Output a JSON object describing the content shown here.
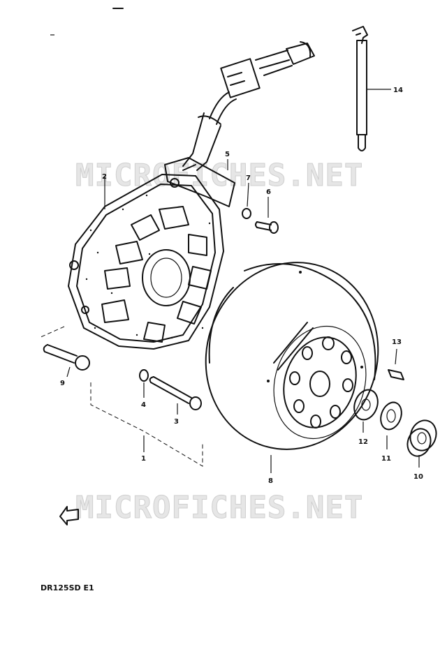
{
  "watermarks": [
    "MICROFICHES.NET",
    "MICROFICHES.NET"
  ],
  "model_code": "DR125SD E1",
  "callouts": [
    "1",
    "2",
    "3",
    "4",
    "5",
    "6",
    "7",
    "8",
    "9",
    "10",
    "11",
    "12",
    "13",
    "14"
  ]
}
